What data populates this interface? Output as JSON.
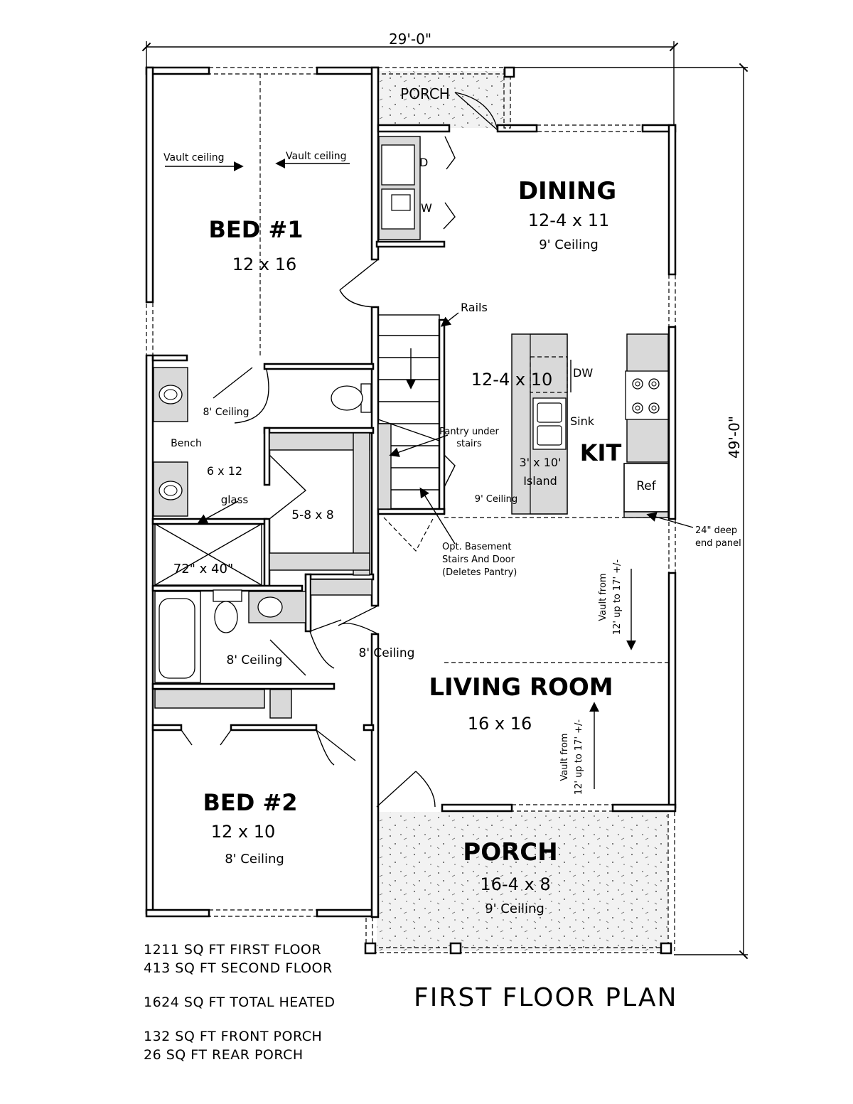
{
  "dimensions": {
    "width_overall": "29'-0\"",
    "depth_overall": "49'-0\""
  },
  "rooms": {
    "rear_porch": {
      "name": "PORCH"
    },
    "dining": {
      "name": "DINING",
      "size": "12-4 x 11",
      "ceiling": "9' Ceiling"
    },
    "bed1": {
      "name": "BED #1",
      "size": "12 x 16",
      "vault_left": "Vault ceiling",
      "vault_right": "Vault ceiling"
    },
    "kitchen": {
      "name": "KIT",
      "size": "12-4 x 10",
      "ceiling": "9' Ceiling",
      "island_size": "3' x 10'",
      "island_label": "Island",
      "sink": "Sink",
      "dw": "DW",
      "ref": "Ref",
      "rails": "Rails"
    },
    "laundry": {
      "dryer": "D",
      "washer": "W"
    },
    "master_bath": {
      "ceiling": "8' Ceiling",
      "bench": "Bench",
      "size": "6 x 12",
      "glass": "glass",
      "shower": "72\" x 40\""
    },
    "closet": {
      "size": "5-8 x 8"
    },
    "hall_bath": {
      "ceiling": "8' Ceiling"
    },
    "hall": {
      "ceiling": "8' Ceiling"
    },
    "living": {
      "name": "LIVING ROOM",
      "size": "16 x 16",
      "vault_upper_1": "Vault from",
      "vault_upper_2": "12' up to 17' +/-",
      "vault_lower_1": "Vault from",
      "vault_lower_2": "12' up to 17' +/-"
    },
    "bed2": {
      "name": "BED #2",
      "size": "12 x 10",
      "ceiling": "8' Ceiling"
    },
    "front_porch": {
      "name": "PORCH",
      "size": "16-4 x 8",
      "ceiling": "9' Ceiling"
    }
  },
  "notes": {
    "pantry_1": "Pantry under",
    "pantry_2": "stairs",
    "basement_1": "Opt. Basement",
    "basement_2": "Stairs And Door",
    "basement_3": "(Deletes Pantry)",
    "panel_1": "24\" deep",
    "panel_2": "end panel"
  },
  "stats": [
    "1211 SQ FT FIRST FLOOR",
    "413 SQ FT SECOND FLOOR",
    "1624 SQ FT TOTAL HEATED",
    "132 SQ FT FRONT PORCH",
    "26 SQ FT REAR PORCH"
  ],
  "title": "FIRST FLOOR PLAN"
}
